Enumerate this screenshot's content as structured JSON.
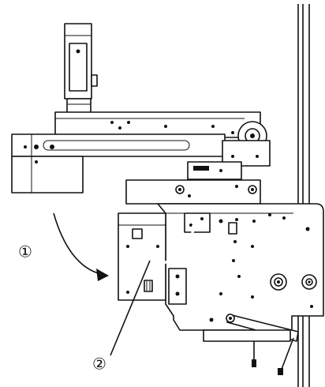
{
  "diagram": {
    "callouts": [
      {
        "id": "rotate",
        "label": "①"
      },
      {
        "id": "cable",
        "label": "②"
      }
    ],
    "colors": {
      "line": "#111111",
      "background": "#ffffff"
    }
  }
}
